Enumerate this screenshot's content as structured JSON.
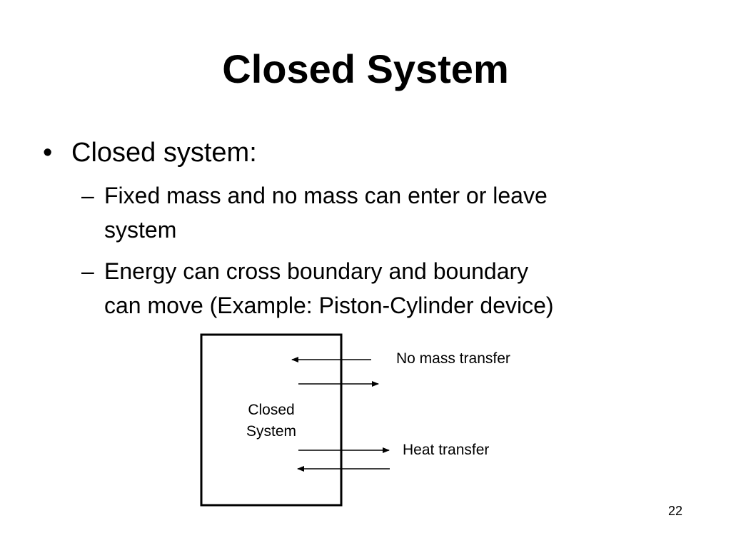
{
  "slide": {
    "title": "Closed System",
    "bullet": {
      "marker": "•",
      "text": "Closed system:"
    },
    "sub_items": [
      {
        "marker": "–",
        "text": "Fixed mass and no mass can enter or leave\nsystem"
      },
      {
        "marker": "–",
        "text": "Energy can cross boundary and boundary\ncan move (Example: Piston-Cylinder device)"
      }
    ],
    "page_number": "22"
  },
  "diagram": {
    "box_label_line1": "Closed",
    "box_label_line2": "System",
    "mass_label": "No mass transfer",
    "heat_label": "Heat transfer"
  }
}
